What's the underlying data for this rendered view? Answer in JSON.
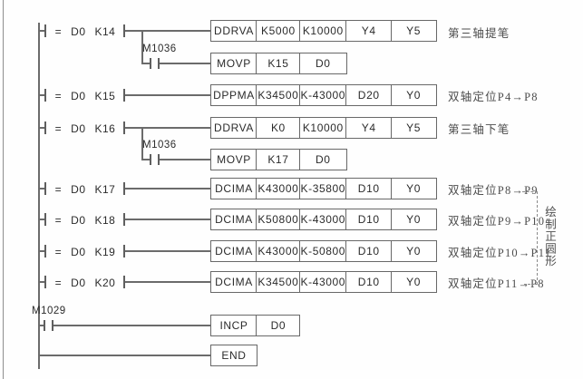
{
  "diagram_type": "plc-ladder-logic",
  "group_annotation": "绘制正圆形",
  "rungs": [
    {
      "contact": {
        "op": "=",
        "arg1": "D0",
        "arg2": "K14"
      },
      "cells": [
        "DDRVA",
        "K5000",
        "K10000",
        "Y4",
        "Y5"
      ],
      "comment": "第三轴提笔"
    },
    {
      "branch_contact": "M1036",
      "cells": [
        "MOVP",
        "K15",
        "D0"
      ]
    },
    {
      "contact": {
        "op": "=",
        "arg1": "D0",
        "arg2": "K15"
      },
      "cells": [
        "DPPMA",
        "K34500",
        "K-43000",
        "D20",
        "Y0"
      ],
      "comment": "双轴定位P4→P8"
    },
    {
      "contact": {
        "op": "=",
        "arg1": "D0",
        "arg2": "K16"
      },
      "cells": [
        "DDRVA",
        "K0",
        "K10000",
        "Y4",
        "Y5"
      ],
      "comment": "第三轴下笔"
    },
    {
      "branch_contact": "M1036",
      "cells": [
        "MOVP",
        "K17",
        "D0"
      ]
    },
    {
      "contact": {
        "op": "=",
        "arg1": "D0",
        "arg2": "K17"
      },
      "cells": [
        "DCIMA",
        "K43000",
        "K-35800",
        "D10",
        "Y0"
      ],
      "comment": "双轴定位P8→P9"
    },
    {
      "contact": {
        "op": "=",
        "arg1": "D0",
        "arg2": "K18"
      },
      "cells": [
        "DCIMA",
        "K50800",
        "K-43000",
        "D10",
        "Y0"
      ],
      "comment": "双轴定位P9→P10"
    },
    {
      "contact": {
        "op": "=",
        "arg1": "D0",
        "arg2": "K19"
      },
      "cells": [
        "DCIMA",
        "K43000",
        "K-50800",
        "D10",
        "Y0"
      ],
      "comment": "双轴定位P10→P11"
    },
    {
      "contact": {
        "op": "=",
        "arg1": "D0",
        "arg2": "K20"
      },
      "cells": [
        "DCIMA",
        "K34500",
        "K-43000",
        "D10",
        "Y0"
      ],
      "comment": "双轴定位P11→P8"
    },
    {
      "contact_label": "M1029",
      "cells": [
        "INCP",
        "D0"
      ]
    },
    {
      "cells": [
        "END"
      ]
    }
  ],
  "colors": {
    "line": "#6b6b6b",
    "text": "#2b2b2b",
    "comment": "#4d4d4d",
    "background": "#fefefe"
  }
}
